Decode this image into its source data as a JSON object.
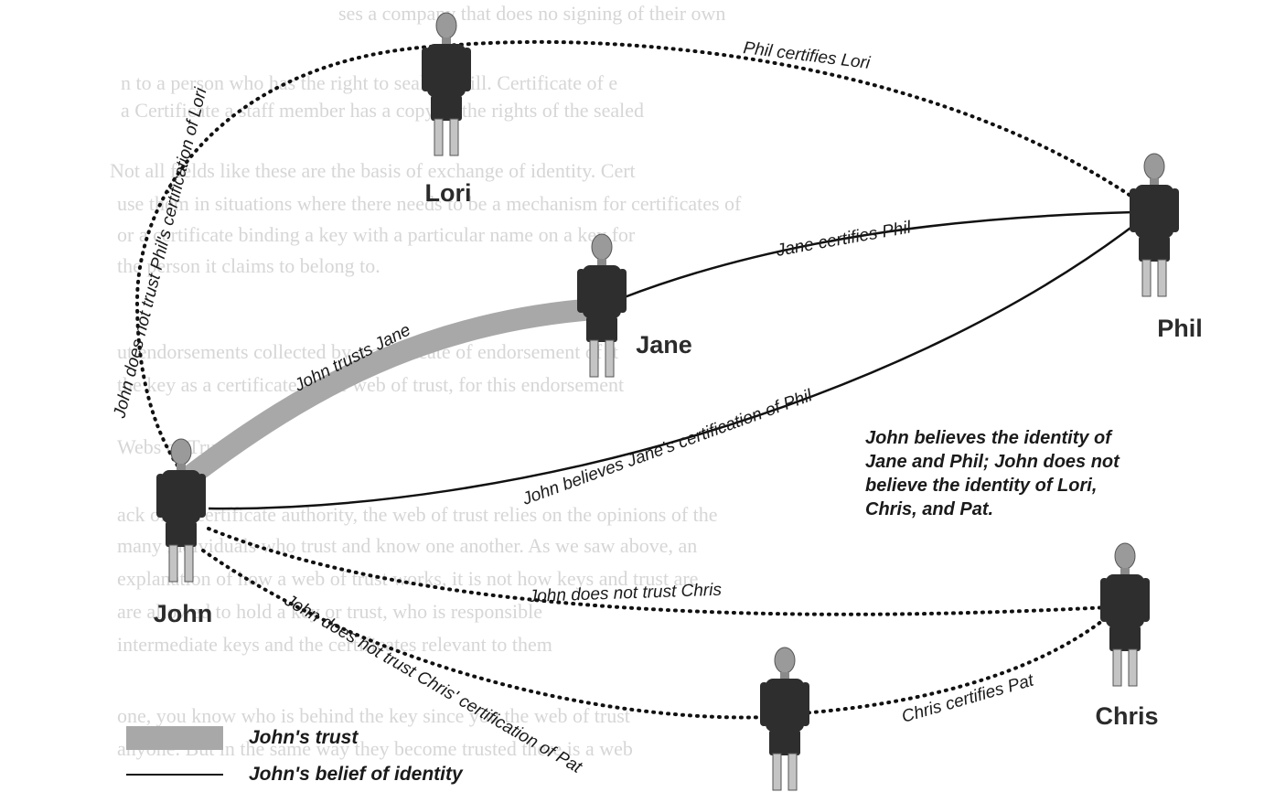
{
  "background_text": [
    "ses a company that does no signing of their own",
    "n to a person who has the right to seal the bill. Certificate of e",
    "a Certificate a staff member has a copy of the rights of the sealed",
    "Not all fields like these are the basis of exchange of identity. Cert",
    "use them in situations where there needs to be a mechanism for certificates of",
    "or a certificate binding a key with a particular name on a key for",
    "the person it claims to belong to.",
    "ut endorsements collected by a certificate of endorsement of it",
    "the key as a certificate in the web of trust, for this endorsement",
    "Webs of Trust",
    "ack of its certificate authority, the web of trust relies on the opinions of the",
    "many individuals who trust and know one another. As we saw above, an",
    "explanation of how a web of trust works, it is not how keys and trust are",
    "are allowed to hold a key or trust, who is responsible",
    "intermediate keys and the certificates relevant to them",
    "one, you know who is behind the key since you the web of trust",
    "anyone. But in the same way they become trusted there is a web"
  ],
  "people": {
    "lori": "Lori",
    "phil": "Phil",
    "jane": "Jane",
    "john": "John",
    "chris": "Chris",
    "pat": ""
  },
  "edges": {
    "phil_certifies_lori": "Phil certifies Lori",
    "john_not_trust_phil_cert_lori": "John does not trust  Phil's certification of Lori",
    "jane_certifies_phil": "Jane certifies Phil",
    "john_trusts_jane": "John trusts Jane",
    "john_believes_jane_cert_phil": "John believes Jane's certification of Phil",
    "john_not_trust_chris": "John does not trust Chris",
    "john_not_trust_chris_cert_pat": "John does not trust Chris' certification of Pat",
    "chris_certifies_pat": "Chris certifies Pat"
  },
  "note": "John believes the identity of Jane and Phil; John does not believe the identity of Lori, Chris, and Pat.",
  "legend": {
    "trust": "John's trust",
    "belief": "John's belief of identity"
  },
  "colors": {
    "trust_band": "#a8a8a8",
    "figure_body": "#2e2e2e",
    "figure_head": "#9a9a9a",
    "figure_legs": "#c4c4c4",
    "background_text": "#d6d6d6"
  }
}
